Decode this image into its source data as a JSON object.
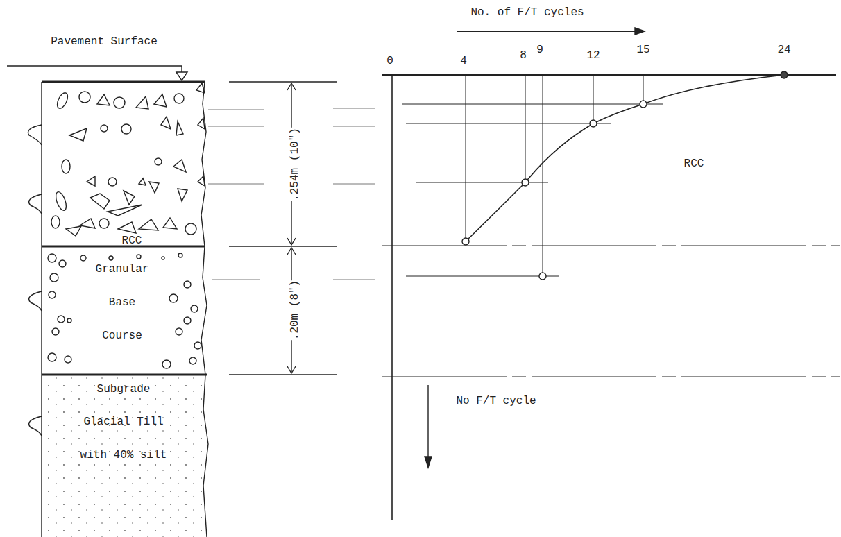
{
  "diagram": {
    "nodes": [
      {
        "text": [
          "RCC"
        ]
      },
      {
        "text": [
          "Granular Base Course"
        ]
      },
      {
        "text": [
          "Subgrade",
          "Glacial Till with 40% silt"
        ]
      }
    ],
    "labels": [
      "Pavement Surface",
      "No. of F/T cycles",
      "0",
      "4",
      "8",
      "9",
      "12",
      "15",
      "24",
      "RCC",
      ".254m (10\")",
      ".20m (8\")",
      "No F/T cycle"
    ]
  }
}
